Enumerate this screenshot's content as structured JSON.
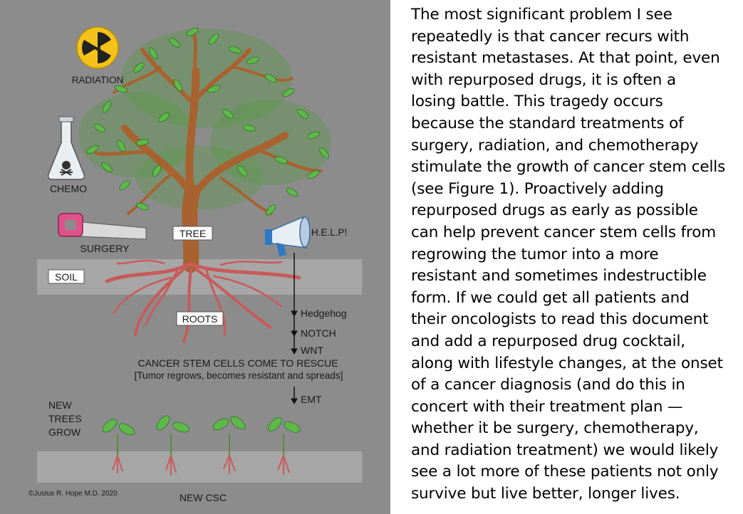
{
  "figure": {
    "labels": {
      "radiation": "RADIATION",
      "chemo": "CHEMO",
      "surgery": "SURGERY",
      "tree": "TREE",
      "help": "H.E.L.P!",
      "soil": "SOIL",
      "roots": "ROOTS",
      "hedgehog": "Hedgehog",
      "notch": "NOTCH",
      "wnt": "WNT",
      "csc_rescue": "CANCER STEM CELLS COME TO RESCUE",
      "tumor_note": "[Tumor regrows, becomes resistant and spreads]",
      "emt": "EMT",
      "new_trees_1": "NEW",
      "new_trees_2": "TREES",
      "new_trees_3": "GROW",
      "new_csc": "NEW CSC",
      "copyright": "©Justus R. Hope M.D. 2020"
    },
    "colors": {
      "background": "#8c8c8c",
      "soil_band": "#a8a8a8",
      "trunk": "#a8622f",
      "leaf": "#5fb84a",
      "roots": "#c95a5a",
      "radiation_yellow": "#f4c21a"
    }
  },
  "article": {
    "lines": [
      "The most significant problem I see",
      "repeatedly is that cancer recurs with",
      "resistant metastases. At that point, even",
      "with repurposed drugs, it is often a",
      "losing battle. This tragedy occurs",
      "because the standard treatments of",
      "surgery, radiation, and chemotherapy",
      "stimulate the growth of cancer stem cells",
      "(see Figure 1). Proactively adding",
      "repurposed drugs as early as possible",
      "can help prevent cancer stem cells from",
      "regrowing the tumor into a more",
      "resistant and sometimes indestructible",
      "form. If we could get all patients and",
      "their oncologists to read this document",
      "and add a repurposed drug cocktail,",
      "along with lifestyle changes, at the onset",
      "of a cancer diagnosis (and do this in",
      "concert with their treatment plan —",
      "whether it be surgery, chemotherapy,",
      "and radiation treatment) we would likely",
      "see a lot more of these patients not only",
      "survive but live better, longer lives."
    ]
  }
}
